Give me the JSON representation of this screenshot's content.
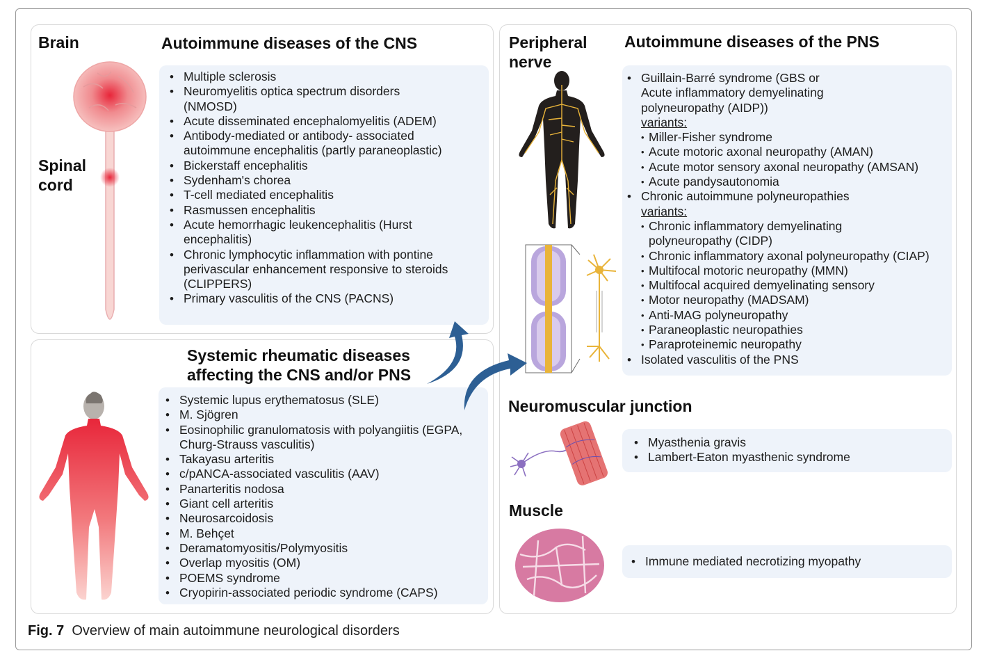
{
  "cns": {
    "label_brain": "Brain",
    "label_spinal_line1": "Spinal",
    "label_spinal_line2": "cord",
    "title": "Autoimmune diseases of the CNS",
    "items": [
      "Multiple sclerosis",
      "Neuromyelitis optica spectrum disorders (NMOSD)",
      "Acute disseminated encephalomyelitis (ADEM)",
      "Antibody-mediated or antibody- associated autoimmune encephalitis (partly paraneoplastic)",
      "Bickerstaff encephalitis",
      "Sydenham's chorea",
      "T-cell mediated encephalitis",
      "Rasmussen encephalitis",
      "Acute hemorrhagic leukencephalitis (Hurst encephalitis)",
      "Chronic lymphocytic inflammation with pontine perivascular enhancement responsive to steroids (CLIPPERS)",
      "Primary vasculitis of the CNS (PACNS)"
    ]
  },
  "systemic": {
    "title_line1": "Systemic rheumatic diseases",
    "title_line2": "affecting the CNS and/or PNS",
    "items": [
      "Systemic lupus erythematosus (SLE)",
      "M. Sjögren",
      "Eosinophilic granulomatosis with polyangiitis (EGPA, Churg-Strauss vasculitis)",
      "Takayasu arteritis",
      "c/pANCA-associated vasculitis (AAV)",
      "Panarteritis nodosa",
      "Giant cell arteritis",
      "Neurosarcoidosis",
      "M. Behçet",
      "Deramatomyositis/Polymyositis",
      "Overlap myositis (OM)",
      "POEMS syndrome",
      "Cryopirin-associated periodic syndrome (CAPS)"
    ]
  },
  "pns": {
    "label_line1": "Peripheral",
    "label_line2": "nerve",
    "title": "Autoimmune diseases of the PNS",
    "gbs": {
      "text": "Guillain-Barré syndrome (GBS or Acute inflammatory demyelinating polyneuropathy (AIDP))",
      "variants_label": "variants:",
      "variants": [
        "Miller-Fisher syndrome",
        "Acute motoric axonal neuropathy (AMAN)",
        "Acute motor sensory axonal neuropathy (AMSAN)",
        "Acute pandysautonomia"
      ]
    },
    "chronic": {
      "text": "Chronic autoimmune polyneuropathies",
      "variants_label": "variants:",
      "variants": [
        "Chronic inflammatory demyelinating polyneuropathy  (CIDP)",
        "Chronic inflammatory axonal polyneuropathy (CIAP)",
        "Multifocal motoric neuropathy (MMN)",
        "Multifocal acquired demyelinating sensory",
        "Motor neuropathy (MADSAM)",
        "Anti-MAG polyneuropathy",
        "Paraneoplastic neuropathies",
        "Paraproteinemic neuropathy"
      ]
    },
    "isolated": "Isolated vasculitis of the PNS"
  },
  "nmj": {
    "title": "Neuromuscular junction",
    "items": [
      "Myasthenia gravis",
      "Lambert-Eaton myasthenic syndrome"
    ]
  },
  "muscle": {
    "title": "Muscle",
    "items": [
      "Immune mediated necrotizing myopathy"
    ]
  },
  "caption": {
    "label": "Fig. 7",
    "text": "Overview of main autoimmune neurological disorders"
  },
  "colors": {
    "list_bg": "#eef3fa",
    "arrow": "#2d5f94",
    "inflammation": "#e8263a",
    "nerve": "#e9b43a",
    "muscle": "#d77aa2"
  }
}
